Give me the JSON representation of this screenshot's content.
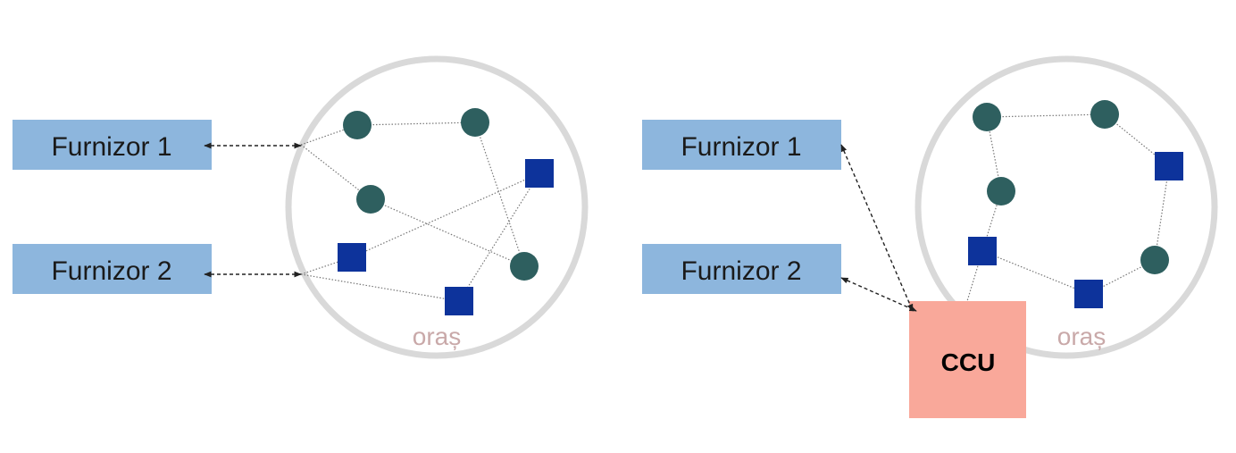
{
  "left_panel": {
    "supplier_1": "Furnizor 1",
    "supplier_2": "Furnizor 2",
    "city_label": "oraș"
  },
  "right_panel": {
    "supplier_1": "Furnizor 1",
    "supplier_2": "Furnizor 2",
    "city_label": "oraș",
    "ccu_label": "CCU"
  },
  "colors": {
    "supplier_box": "#8db6dd",
    "city_circle": "#d9d9d9",
    "circle_node": "#2e5f5f",
    "square_node": "#0d339b",
    "ccu_box": "#f9a89a"
  }
}
